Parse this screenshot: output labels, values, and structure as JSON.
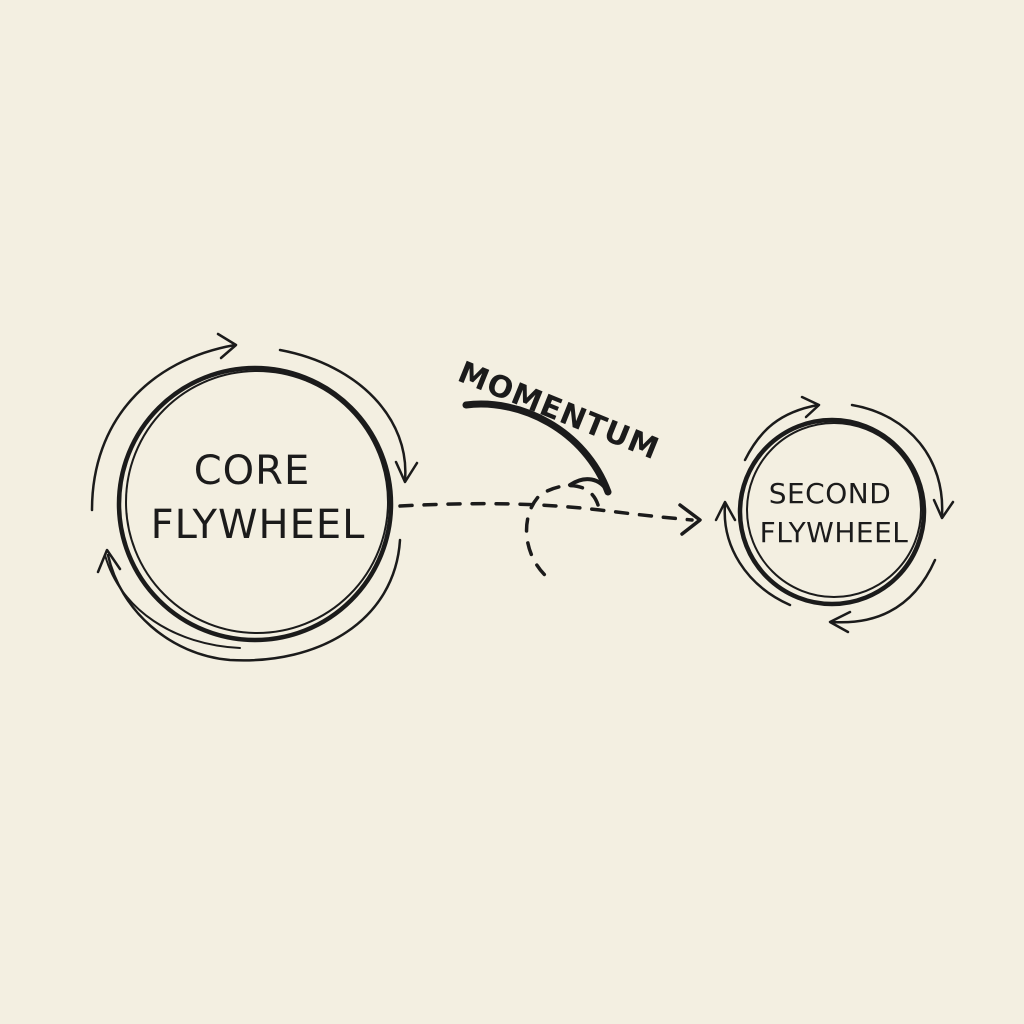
{
  "diagram": {
    "nodes": [
      {
        "id": "core",
        "line1": "CORE",
        "line2": "FLYWHEEL"
      },
      {
        "id": "second",
        "line1": "SECOND",
        "line2": "FLYWHEEL"
      }
    ],
    "edge": {
      "from": "core",
      "to": "second",
      "label": "MOMENTUM",
      "style": "dashed"
    },
    "colors": {
      "background": "#f3efe1",
      "ink": "#1b1b1b"
    }
  }
}
